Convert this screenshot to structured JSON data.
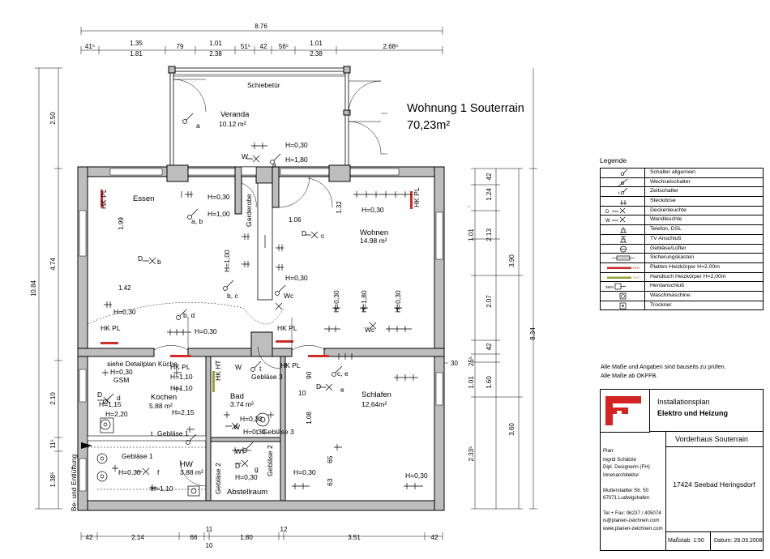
{
  "heading": {
    "title": "Wohnung 1 Souterrain",
    "area": "70,23m²"
  },
  "rooms": {
    "veranda": {
      "name": "Veranda",
      "area": "10.12 m²"
    },
    "essen": {
      "name": "Essen"
    },
    "garderobe": {
      "name": "Garderobe"
    },
    "wohnen": {
      "name": "Wohnen",
      "area": "14.98 m²"
    },
    "kochen": {
      "name": "Kochen",
      "area": "5.88 m²"
    },
    "bad": {
      "name": "Bad",
      "area": "3.74 m²"
    },
    "schlafen": {
      "name": "Schlafen",
      "area": "12,64m²"
    },
    "hw": {
      "name": "HW",
      "area": "3.88 m²"
    },
    "abstellraum": {
      "name": "Abstellraum"
    },
    "schiebetuer": "Schiebetür",
    "detailplan": "siehe Detailplan Küche",
    "gsm": "GSM",
    "be_entlueftung": "Be- und Entlüftung"
  },
  "annotations": {
    "h030": "H=0,30",
    "h100": "H=1,00",
    "h110": "H=1,10",
    "h115": "H=1,15",
    "h180": "H=1,80",
    "h215": "H=2,15",
    "h220": "H=2,20",
    "hkpl": "HK PL",
    "hkht": "HK HT",
    "geblaese1": "Gebläse 1",
    "geblaese2": "Gebläse 2",
    "geblaese3": "Gebläse 3",
    "a": "a",
    "ab": "a, b",
    "b": "b",
    "bc": "b, c",
    "bd": "b, d",
    "c": "c",
    "ce": "c, e",
    "d": "d",
    "e": "e",
    "f": "f",
    "g": "g",
    "t": "t",
    "D": "D",
    "W": "W",
    "Wc": "Wc",
    "ninety": "90",
    "ten": "10",
    "sixtythree": "63",
    "sixtyfive": "65",
    "hkpl2": "HK PL"
  },
  "dims": {
    "top_total": "8.76",
    "top_row1": [
      "41⁵",
      "1.35",
      "79",
      "1.01",
      "51⁵",
      "42",
      "56⁵",
      "1.01",
      "2.68⁵"
    ],
    "top_row2": [
      "1.81",
      "2.38",
      "2.38"
    ],
    "left": [
      "10.84",
      "2.50",
      "4.74",
      "2.10",
      "11⁵",
      "1.38⁵"
    ],
    "right_a": [
      "42",
      "1.24",
      "1.01",
      "2.13",
      "2.07",
      "42",
      "25⁵",
      "1.01",
      "1.60",
      "2.33⁵"
    ],
    "right_b": [
      "3.90",
      "8.34",
      "3.60",
      "30"
    ],
    "bottom_row": [
      "42",
      "2.14",
      "66",
      "11",
      "1.80",
      "12",
      "3.51",
      "42"
    ],
    "bottom_sub": "10",
    "inner": [
      "1.99",
      "1.42",
      "1.06",
      "1.32",
      "1.08"
    ]
  },
  "legend": {
    "title": "Legende",
    "items": [
      "Schalter allgemein",
      "Wechselschalter",
      "Zeitschalter",
      "Steckdose",
      "Deckenleuchte",
      "Wandleuchte",
      "Telefon, DSL",
      "TV Anschluß",
      "Gebläse/Lüfter",
      "Sicherungskasten",
      "Platten-Heizkörper H=2,00m",
      "Handtuch Heizkörper H=2,00m",
      "Herdanschluß",
      "Waschmaschine",
      "Trockner"
    ],
    "sym_d": "D",
    "sym_w": "W",
    "sym_hkpl": "HKPL",
    "sym_hkht": "HKHT",
    "sym_380": "380V"
  },
  "notes": [
    "Alle Maße und Angaben sind bauseits zu prüfen.",
    "Alle Maße ab OKFFB."
  ],
  "titleblock": {
    "name1": "Installationsplan",
    "name2": "Elektro und Heizung",
    "project": "Vorderhaus Souterrain",
    "plan_label": "Plan:",
    "designer": [
      "Ingrid Schätzle",
      "Dipl. Designerin (FH)",
      "Innenarchitektur",
      "",
      "Mutterstadter Str. 50",
      "67071 Ludwigshafen",
      "",
      "Tel.+ Fax: 06237 / 405074",
      "is@planen-zeichnen.com",
      "www.planen-zeichnen.com"
    ],
    "address": "17424 Seebad Heringsdorf",
    "scale_label": "Maßstab: 1:50",
    "date_label": "Datum: 28.03.2008"
  },
  "colors": {
    "wall": "#bdbdbd",
    "heater_pl": "#d22b2b",
    "heater_ht": "#9aa33a",
    "logo_red": "#d42323"
  }
}
